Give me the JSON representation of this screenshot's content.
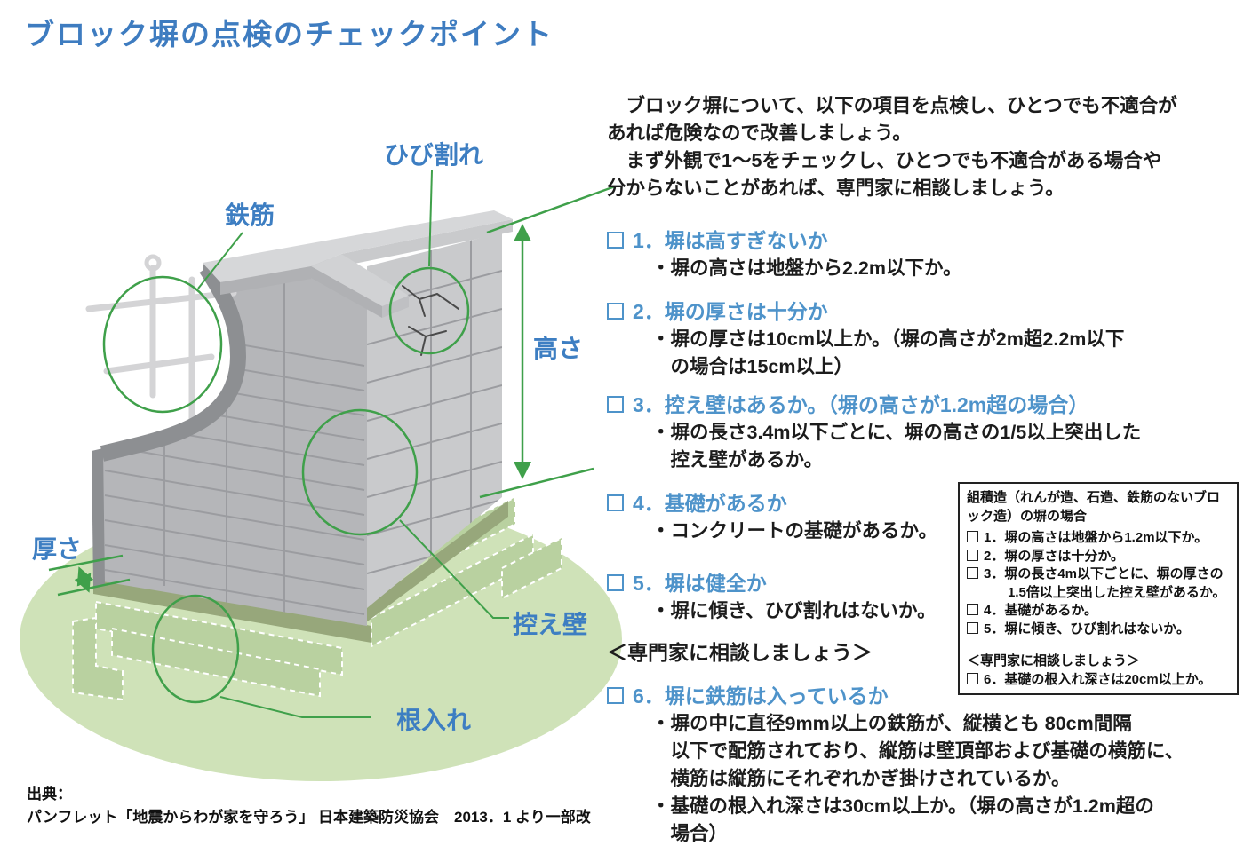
{
  "title": "ブロック塀の点検のチェックポイント",
  "illustration": {
    "labels": {
      "rebar": "鉄筋",
      "crack": "ひび割れ",
      "height": "高さ",
      "thickness": "厚さ",
      "buttress": "控え壁",
      "embedment": "根入れ"
    }
  },
  "intro": {
    "lines": [
      "　ブロック塀について、以下の項目を点検し、ひとつでも不適合が",
      "あれば危険なので改善しましょう。",
      "　まず外観で1～5をチェックし、ひとつでも不適合がある場合や",
      "分からないことがあれば、専門家に相談しましょう。"
    ]
  },
  "checklist": {
    "items": [
      {
        "label": "1．塀は高すぎないか",
        "details": [
          "・塀の高さは地盤から2.2m以下か。"
        ]
      },
      {
        "label": "2．塀の厚さは十分か",
        "details": [
          "・塀の厚さは10cm以上か。（塀の高さが2m超2.2m以下",
          "　の場合は15cm以上）"
        ]
      },
      {
        "label": "3．控え壁はあるか。（塀の高さが1.2m超の場合）",
        "details": [
          "・塀の長さ3.4m以下ごとに、塀の高さの1/5以上突出した",
          "　控え壁があるか。"
        ]
      },
      {
        "label": "4．基礎があるか",
        "details": [
          "・コンクリートの基礎があるか。"
        ]
      },
      {
        "label": "5．塀は健全か",
        "details": [
          "・塀に傾き、ひび割れはないか。"
        ]
      },
      {
        "label": "6．塀に鉄筋は入っているか",
        "details": [
          "・塀の中に直径9mm以上の鉄筋が、縦横とも 80cm間隔",
          "　以下で配筋されており、縦筋は壁頂部および基礎の横筋に、",
          "　横筋は縦筋にそれぞれかぎ掛けされているか。",
          "・基礎の根入れ深さは30cm以上か。（塀の高さが1.2m超の",
          "　場合）"
        ]
      }
    ],
    "consult_heading": "＜専門家に相談しましょう＞"
  },
  "side_box": {
    "title": "組積造（れんが造、石造、鉄筋のないブロック造）の塀の場合",
    "items": [
      "1．塀の高さは地盤から1.2m以下か。",
      "2．塀の厚さは十分か。",
      "3．塀の長さ4m以下ごとに、塀の厚さの1.5倍以上突出した控え壁があるか。",
      "4．基礎があるか。",
      "5．塀に傾き、ひび割れはないか。"
    ],
    "consult_heading": "＜専門家に相談しましょう＞",
    "consult_item": "6．基礎の根入れ深さは20cm以上か。"
  },
  "source": {
    "label": "出典：",
    "text": "パンフレット「地震からわが家を守ろう」 日本建築防災協会　2013．1 より一部改"
  },
  "colors": {
    "title_blue": "#3e7cc0",
    "heading_blue": "#4e93ca",
    "label_blue": "#3d7ec2",
    "annotation_green": "#3fa04a",
    "ground_green": "#cfe2b8",
    "foundation_green": "#b9d1a0",
    "plinth_olive": "#97a77b",
    "wall_light": "#c9cacc",
    "wall_medium": "#b5b6b9",
    "wall_dark": "#8d8f92",
    "text_black": "#1c1c1c"
  }
}
